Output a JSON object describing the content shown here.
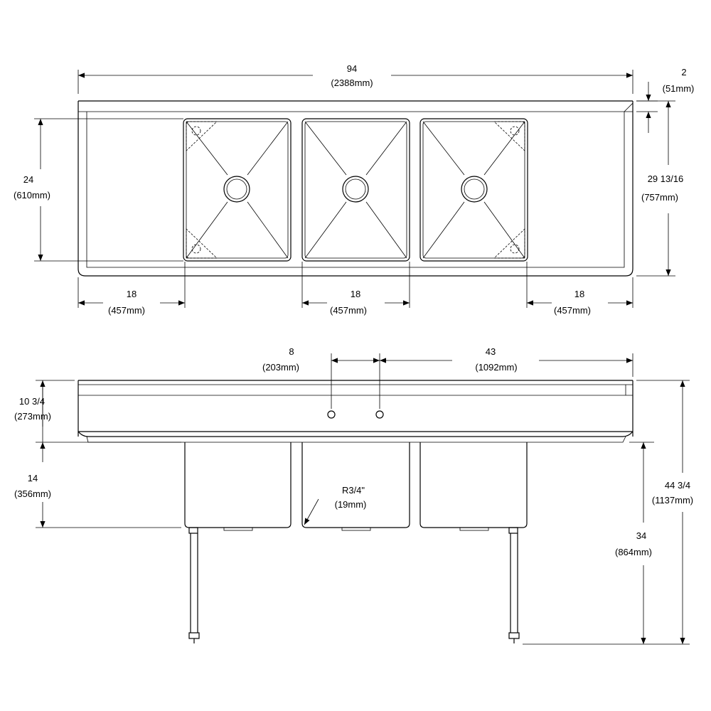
{
  "dimensions": {
    "overall_length": {
      "value": "94",
      "metric": "(2388mm)"
    },
    "backsplash_top": {
      "value": "2",
      "metric": "(51mm)"
    },
    "bowl_front_to_back": {
      "value": "24",
      "metric": "(610mm)"
    },
    "overall_depth": {
      "value": "29 13/16",
      "metric": "(757mm)"
    },
    "left_drainboard": {
      "value": "18",
      "metric": "(457mm)"
    },
    "bowl_width": {
      "value": "18",
      "metric": "(457mm)"
    },
    "right_drainboard": {
      "value": "18",
      "metric": "(457mm)"
    },
    "faucet_spacing": {
      "value": "8",
      "metric": "(203mm)"
    },
    "faucet_to_end": {
      "value": "43",
      "metric": "(1092mm)"
    },
    "backsplash_height": {
      "value": "10 3/4",
      "metric": "(273mm)"
    },
    "bowl_depth": {
      "value": "14",
      "metric": "(356mm)"
    },
    "corner_radius": {
      "value": "R3/4\"",
      "metric": "(19mm)"
    },
    "work_height": {
      "value": "34",
      "metric": "(864mm)"
    },
    "overall_height": {
      "value": "44 3/4",
      "metric": "(1137mm)"
    }
  }
}
